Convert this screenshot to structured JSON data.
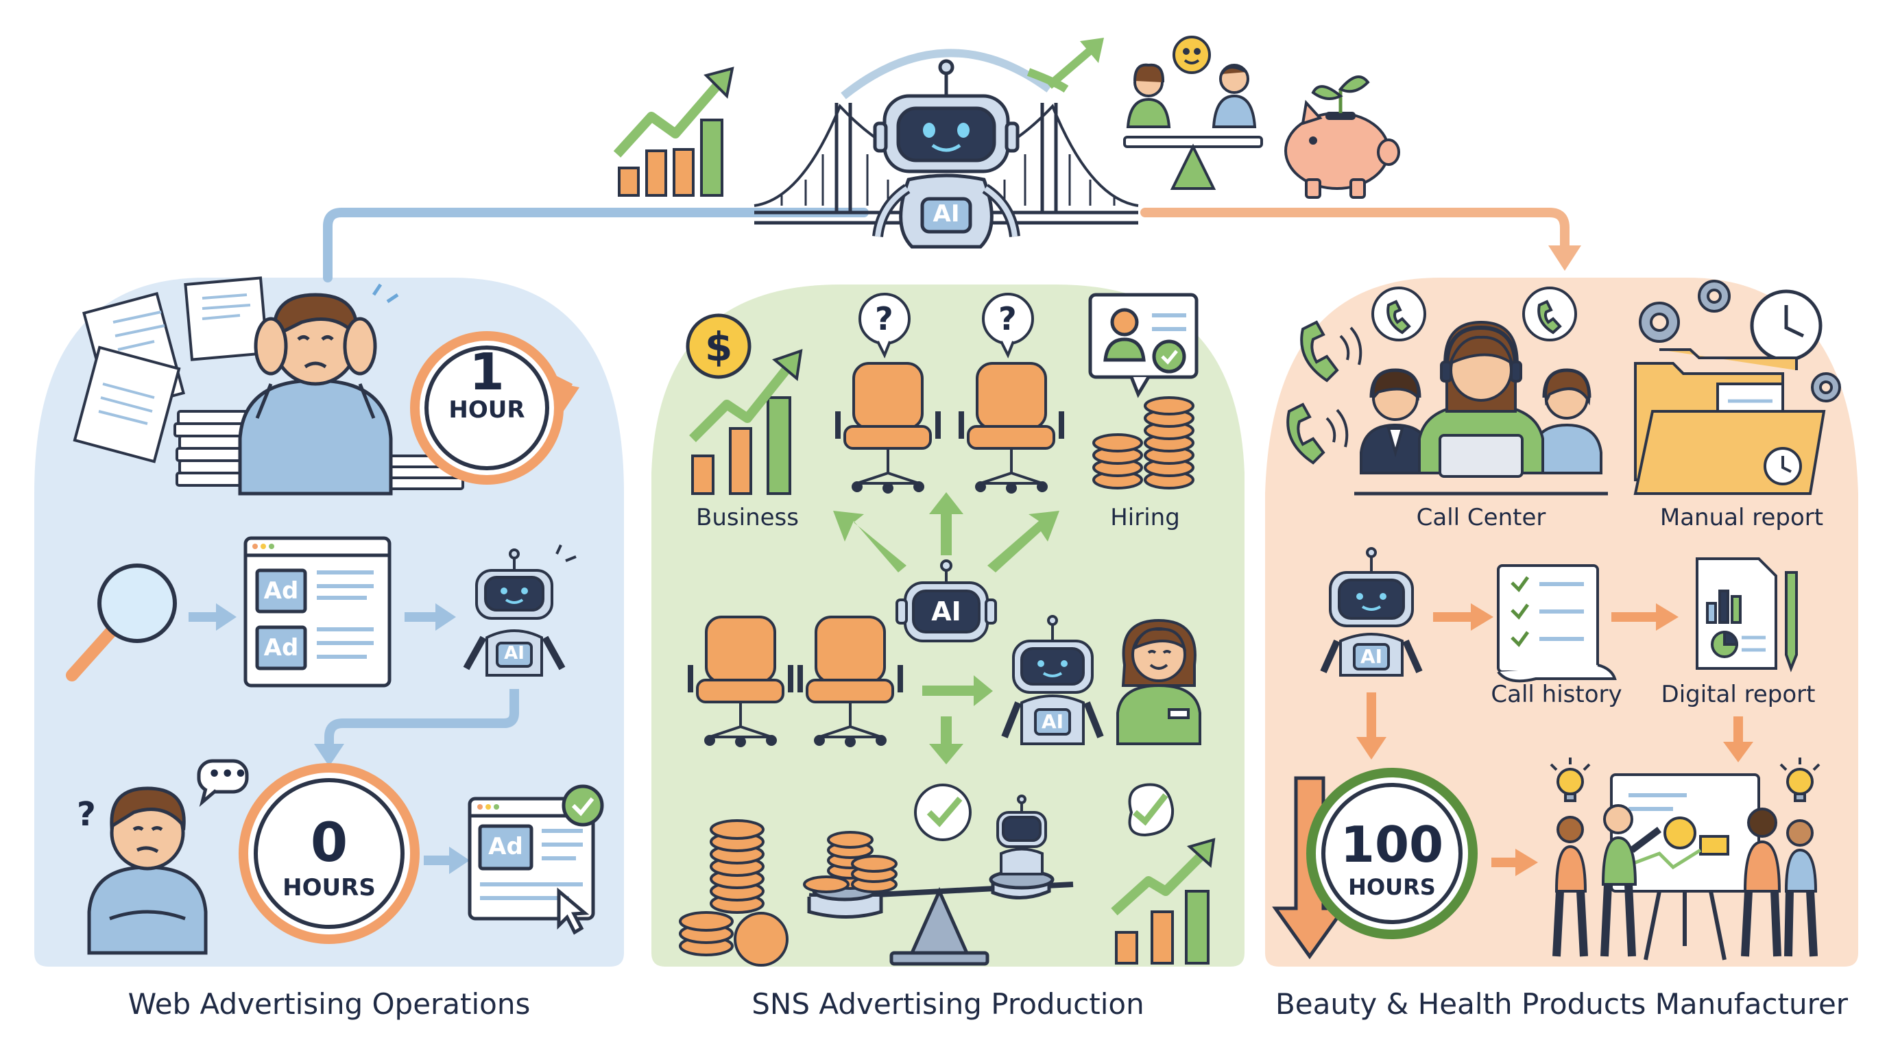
{
  "top": {
    "ai_badge": "AI"
  },
  "panels": [
    {
      "caption": "Web Advertising Operations",
      "clock_before": {
        "number": "1",
        "unit": "HOUR"
      },
      "ad_labels": [
        "Ad",
        "Ad"
      ],
      "robot_badge": "AI",
      "clock_after": {
        "number": "0",
        "unit": "HOURS"
      },
      "ad_result": "Ad",
      "icons": [
        "stressed-worker-icon",
        "papers-icon",
        "magnifier-icon",
        "ad-window-icon",
        "robot-icon",
        "confused-person-icon",
        "checked-ad-window-icon"
      ]
    },
    {
      "caption": "SNS Advertising Production",
      "left_label": "Business",
      "right_label": "Hiring",
      "center_badge": "AI",
      "robot_badge": "AI",
      "icons": [
        "dollar-coin-icon",
        "growth-chart-icon",
        "question-bubble-icon",
        "office-chair-icon",
        "hiring-card-icon",
        "coin-stack-icon",
        "robot-icon",
        "employee-icon",
        "balance-scale-icon",
        "check-icon"
      ]
    },
    {
      "caption": "Beauty & Health Products Manufacturer",
      "labels": {
        "call_center": "Call Center",
        "manual_report": "Manual report",
        "call_history": "Call history",
        "digital_report": "Digital report"
      },
      "robot_badge": "AI",
      "clock": {
        "number": "100",
        "unit": "HOURS"
      },
      "icons": [
        "phone-icon",
        "operators-icon",
        "gear-icon",
        "folder-icon",
        "robot-icon",
        "checklist-icon",
        "report-icon",
        "down-arrow-icon",
        "team-presentation-icon",
        "lightbulb-icon"
      ]
    }
  ],
  "colors": {
    "blue_panel": "#dce9f6",
    "green_panel": "#dfeccf",
    "peach_panel": "#fbe0cc",
    "blue_line": "#9fc1e0",
    "orange_line": "#f3b48a",
    "green_arrow": "#8cc16e",
    "orange_arrow": "#f2a06a",
    "outline": "#2b3448",
    "chair": "#f2a563",
    "robot_face": "#2d3a55"
  }
}
